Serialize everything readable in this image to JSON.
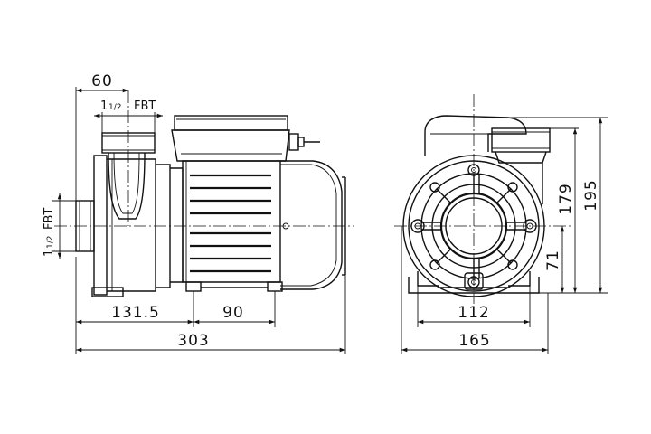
{
  "side_view": {
    "dims": {
      "inlet_offset": "60",
      "overall_length": "303",
      "front_to_feet": "131.5",
      "feet_spacing": "90"
    },
    "top_port": {
      "whole": "1",
      "fraction": "1/2",
      "thread": "FBT"
    },
    "front_port": {
      "whole": "1",
      "fraction": "1/2",
      "thread": "FBT"
    }
  },
  "front_view": {
    "dims": {
      "width": "165",
      "feet_width": "112",
      "height_to_outlet": "179",
      "overall_height": "195",
      "shaft_height": "71"
    }
  }
}
